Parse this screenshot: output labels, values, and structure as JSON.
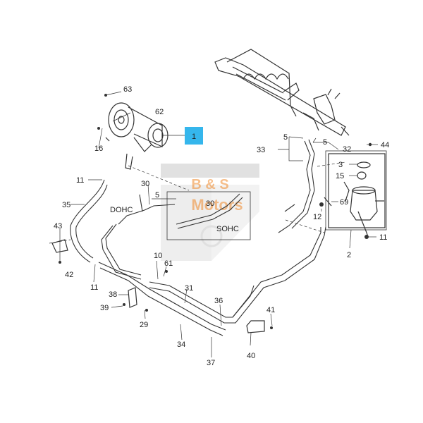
{
  "callouts": {
    "c1": "1",
    "c2": "2",
    "c3": "3",
    "c5a": "5",
    "c5b": "5",
    "c5c": "5",
    "c10": "10",
    "c11a": "11",
    "c11b": "11",
    "c11c": "11",
    "c12": "12",
    "c15": "15",
    "c16": "16",
    "c29": "29",
    "c30a": "30",
    "c30b": "30",
    "c31": "31",
    "c32": "32",
    "c33": "33",
    "c34": "34",
    "c35": "35",
    "c36": "36",
    "c37": "37",
    "c38": "38",
    "c39": "39",
    "c40": "40",
    "c41": "41",
    "c42": "42",
    "c43": "43",
    "c44": "44",
    "c61": "61",
    "c62": "62",
    "c63": "63",
    "c69": "69"
  },
  "engine_labels": {
    "dohc": "DOHC",
    "sohc": "SOHC"
  },
  "watermark": {
    "line1": "B & S",
    "line2": "Motors"
  },
  "colors": {
    "highlight": "#35b6ec",
    "watermark": "#f08a2c",
    "line": "#333333"
  }
}
